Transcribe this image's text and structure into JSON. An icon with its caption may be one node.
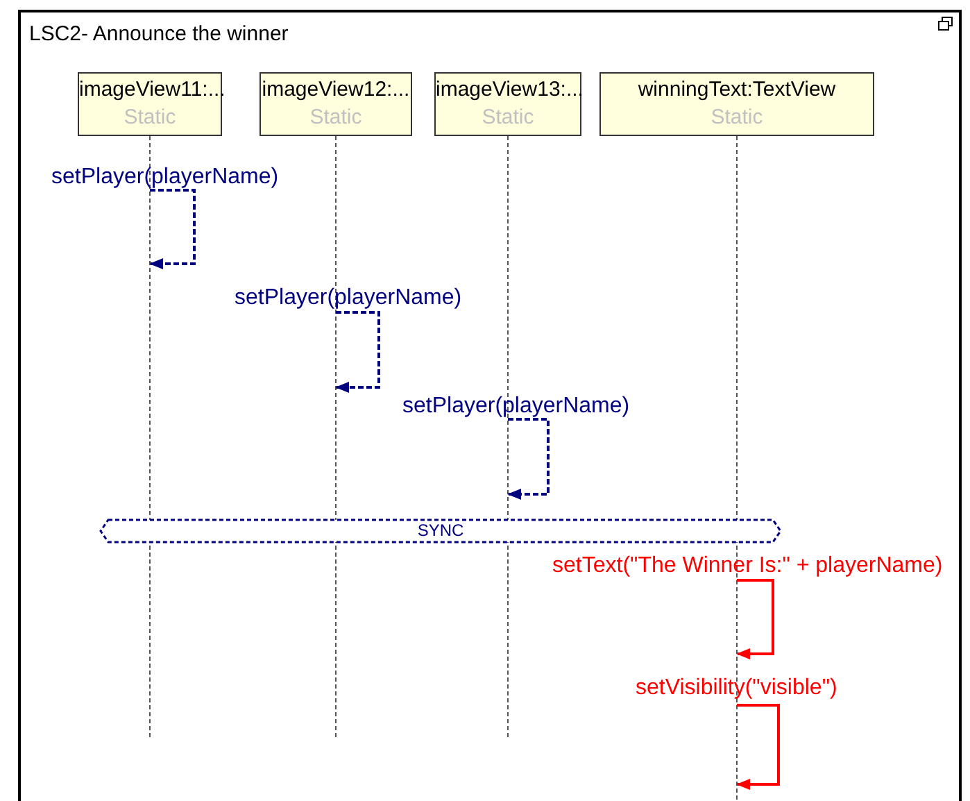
{
  "diagram": {
    "nodes": [
      {
        "text": [
          "LSC2- Announce the winner"
        ]
      },
      {
        "text": [
          "imageView11:...",
          "Static"
        ],
        "in": 0
      },
      {
        "text": [
          "imageView12:...",
          "Static"
        ],
        "in": 0
      },
      {
        "text": [
          "imageView13:...",
          "Static"
        ],
        "in": 0
      },
      {
        "text": [
          "winningText:TextView",
          "Static"
        ],
        "in": 0
      },
      {
        "text": [
          "SYNC"
        ],
        "in": 0
      }
    ],
    "edges": [
      {
        "from": 1,
        "to": 1,
        "arrow": "to",
        "label": "setPlayer(playerName)",
        "style": "dashed"
      },
      {
        "from": 2,
        "to": 2,
        "arrow": "to",
        "label": "setPlayer(playerName)",
        "style": "dashed"
      },
      {
        "from": 3,
        "to": 3,
        "arrow": "to",
        "label": "setPlayer(playerName)",
        "style": "dashed"
      },
      {
        "from": 4,
        "to": 4,
        "arrow": "to",
        "label": "setText(\"The Winner Is:\" + playerName)",
        "color": "#ff0000"
      },
      {
        "from": 4,
        "to": 4,
        "arrow": "to",
        "label": "setVisibility(\"visible\")",
        "color": "#ff0000"
      }
    ]
  }
}
